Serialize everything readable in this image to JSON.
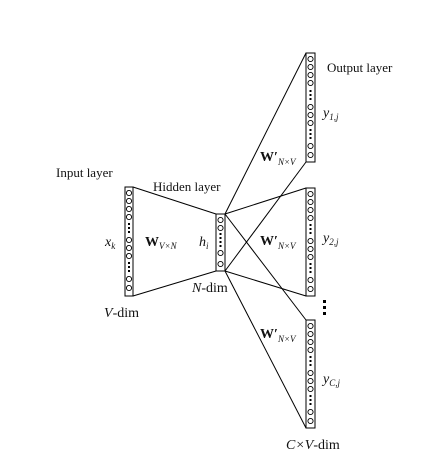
{
  "labels": {
    "input_layer": "Input layer",
    "hidden_layer": "Hidden layer",
    "output_layer": "Output layer",
    "x_k": "x",
    "x_k_sub": "k",
    "h_i": "h",
    "h_i_sub": "i",
    "W_in": "W",
    "W_in_sub": "V×N",
    "W_out": "W′",
    "W_out_sub": "N×V",
    "y1": "y",
    "y1_sub": "1,j",
    "y2": "y",
    "y2_sub": "2,j",
    "yC": "y",
    "yC_sub": "C,j",
    "v_dim_var": "V",
    "v_dim_suffix": "-dim",
    "n_dim_var": "N",
    "n_dim_suffix": "-dim",
    "cv_dim_var": "C×V",
    "cv_dim_suffix": "-dim"
  }
}
